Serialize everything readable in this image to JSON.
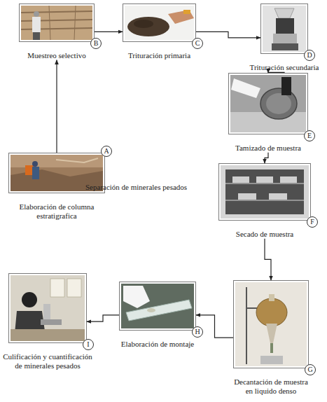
{
  "diagram": {
    "nodes": [
      {
        "text": [
          "Elaboración de columna estratigrafica",
          "A"
        ]
      },
      {
        "text": [
          "Muestreo selectivo",
          "B"
        ]
      },
      {
        "text": [
          "Trituración primaria",
          "C"
        ]
      },
      {
        "text": [
          "Trituración secundaria",
          "D"
        ]
      },
      {
        "text": [
          "Tamizado de muestra",
          "E"
        ]
      },
      {
        "text": [
          "Secado de muestra",
          "F"
        ]
      },
      {
        "text": [
          "Decantación de muestra en liquido denso",
          "G"
        ]
      },
      {
        "text": [
          "Elaboración de montaje",
          "H"
        ]
      },
      {
        "text": [
          "Culificación y cuantificación de minerales pesados",
          "I"
        ]
      }
    ],
    "edges": [
      {
        "from": 0,
        "to": 1,
        "arrow": "to"
      },
      {
        "from": 1,
        "to": 2,
        "arrow": "to"
      },
      {
        "from": 2,
        "to": 3,
        "arrow": "to"
      },
      {
        "from": 3,
        "to": 4,
        "arrow": "to"
      },
      {
        "from": 4,
        "to": 5,
        "arrow": "to"
      },
      {
        "from": 5,
        "to": 6,
        "arrow": "to"
      },
      {
        "from": 6,
        "to": 7,
        "arrow": "to"
      },
      {
        "from": 7,
        "to": 8,
        "arrow": "to"
      }
    ],
    "labels": [
      "Separación de minerales pesados"
    ]
  }
}
